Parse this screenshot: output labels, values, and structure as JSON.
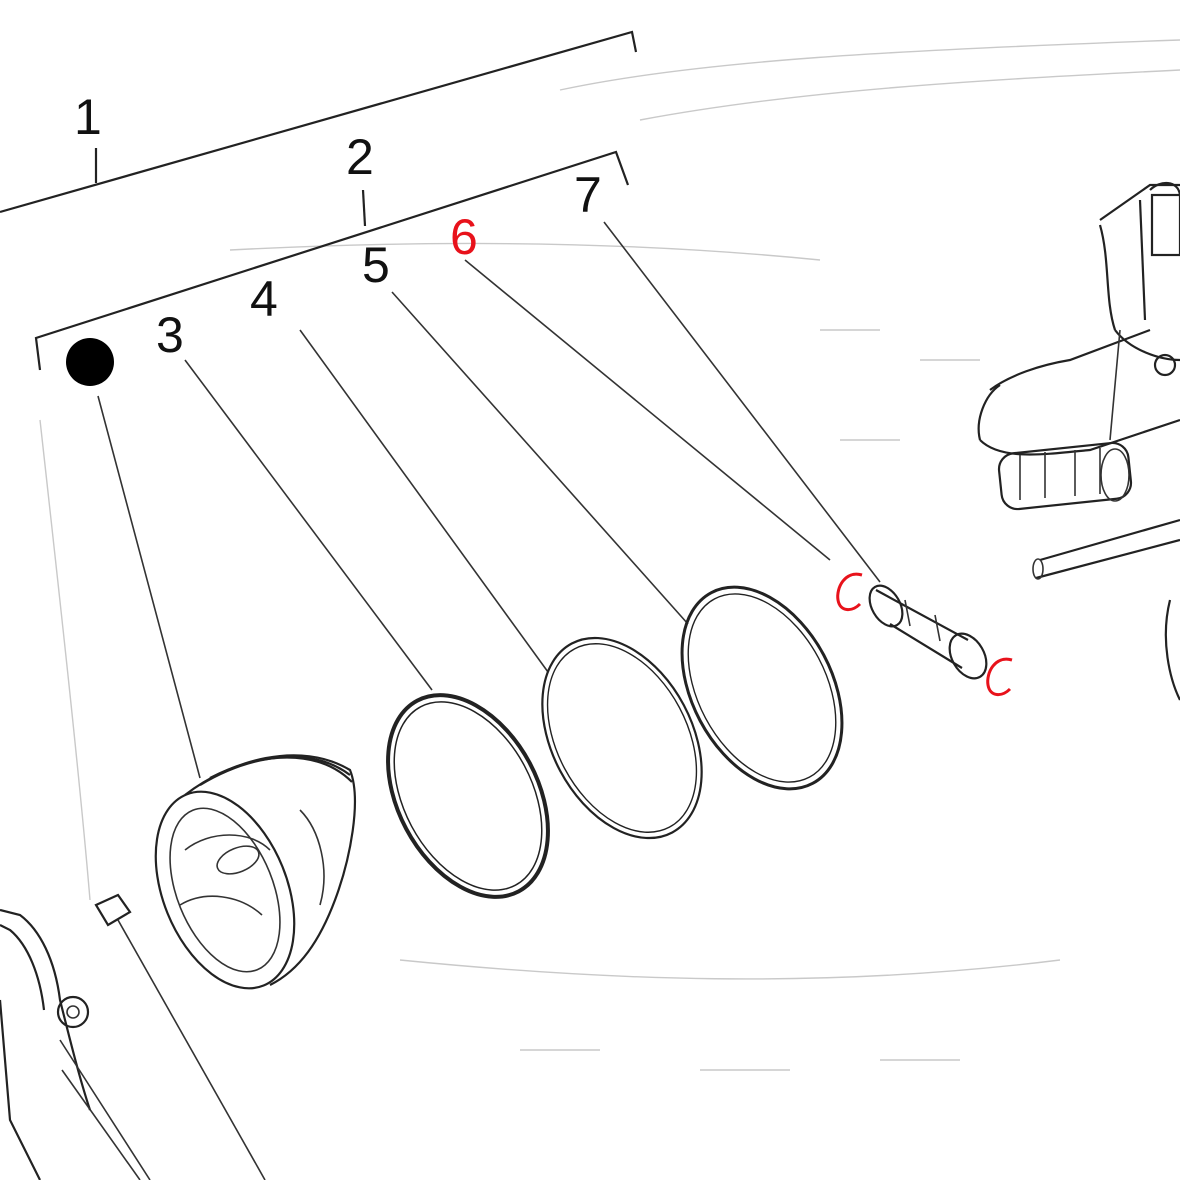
{
  "diagram": {
    "callouts": [
      {
        "id": "1",
        "label": "1"
      },
      {
        "id": "2",
        "label": "2"
      },
      {
        "id": "3",
        "label": "3"
      },
      {
        "id": "4",
        "label": "4"
      },
      {
        "id": "5",
        "label": "5"
      },
      {
        "id": "6",
        "label": "6"
      },
      {
        "id": "7",
        "label": "7"
      }
    ],
    "colors": {
      "ink": "#111111",
      "highlight": "#e8121b"
    },
    "icons": {
      "marker": "filled-circle-marker-icon"
    }
  }
}
